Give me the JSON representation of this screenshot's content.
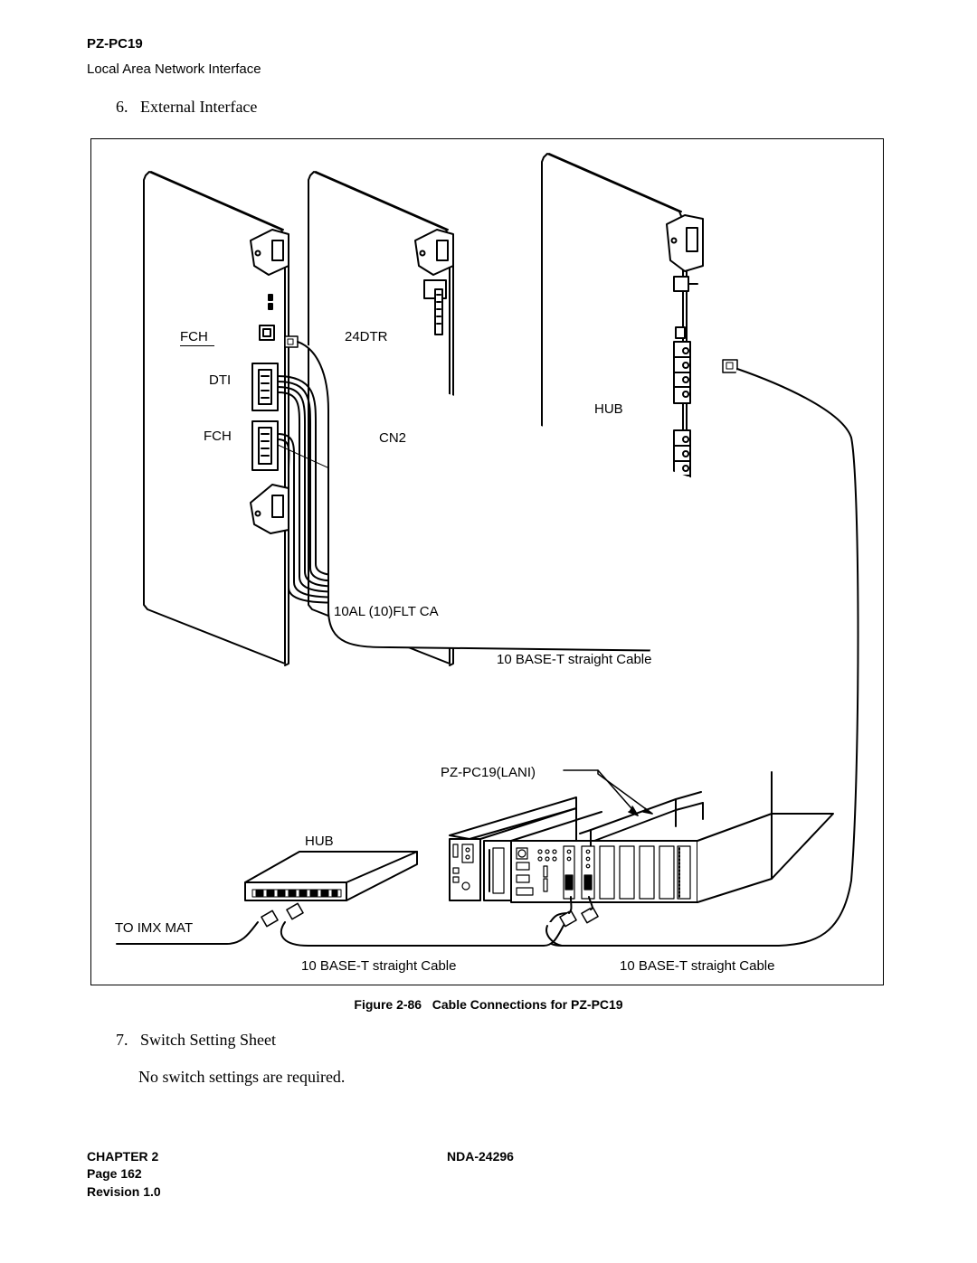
{
  "header": {
    "title": "PZ-PC19",
    "subtitle": "Local Area Network Interface"
  },
  "section6": {
    "number": "6.",
    "title": "External Interface"
  },
  "figure": {
    "labels": {
      "fch_top": "FCH",
      "dti": "DTI",
      "fch_bottom": "FCH",
      "dtr": "24DTR",
      "cn2": "CN2",
      "hub_card": "HUB",
      "flat_cable": "10AL (10)FLT CA",
      "cable_top": "10 BASE-T straight Cable",
      "lani": "PZ-PC19(LANI)",
      "hub_box": "HUB",
      "to_imx": "TO IMX MAT",
      "cable_bottom_left": "10 BASE-T straight Cable",
      "cable_bottom_right": "10 BASE-T straight Cable"
    },
    "caption_prefix": "Figure 2-86",
    "caption_title": "Cable Connections for PZ-PC19"
  },
  "section7": {
    "number": "7.",
    "title": "Switch Setting Sheet",
    "body": "No switch settings are required."
  },
  "footer": {
    "chapter": "CHAPTER 2",
    "page": "Page 162",
    "revision": "Revision 1.0",
    "doc_id": "NDA-24296"
  }
}
